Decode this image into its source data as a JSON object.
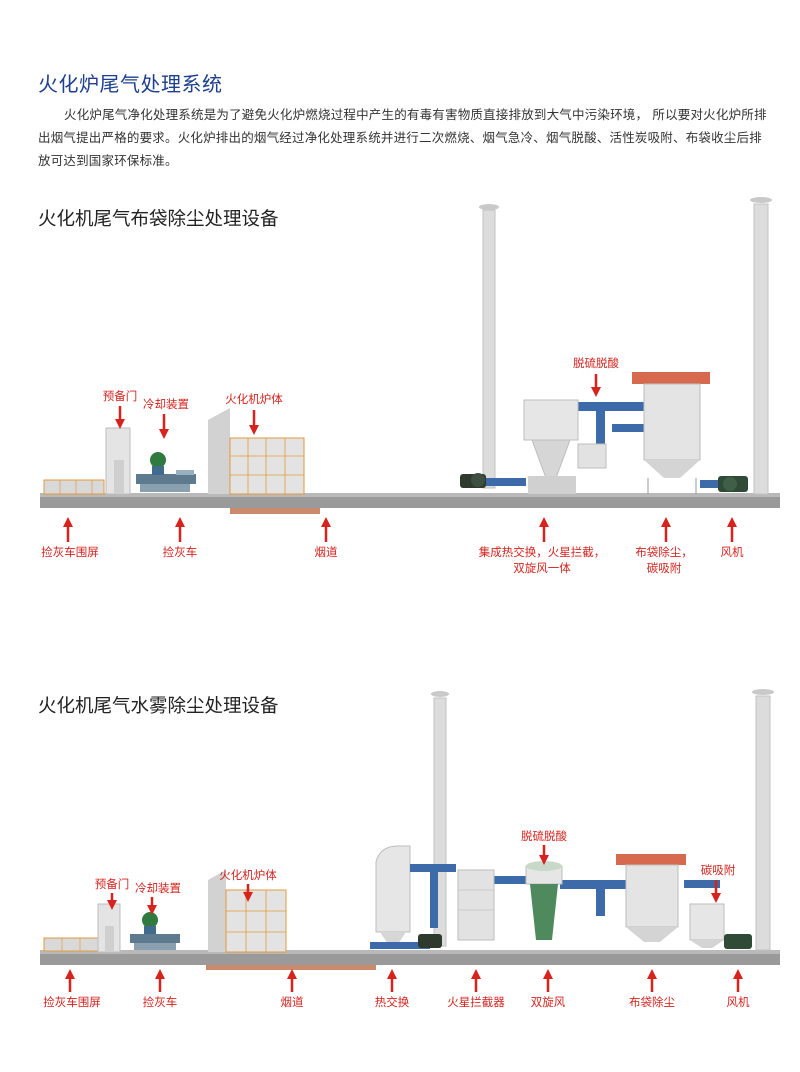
{
  "heading": "火化炉尾气处理系统",
  "intro": "火化炉尾气净化处理系统是为了避免火化炉燃烧过程中产生的有毒有害物质直接排放到大气中污染环境， 所以要对火化炉所排出烟气提出严格的要求。火化炉排出的烟气经过净化处理系统并进行二次燃烧、烟气急冷、烟气脱酸、活性炭吸附、布袋收尘后排放可达到国家环保标准。",
  "colors": {
    "heading": "#1d3f8f",
    "label": "#d6231e",
    "pipe": "#3d6aa8",
    "equipment": "#d7d7d7",
    "ground": "#9a9a9a"
  },
  "section1": {
    "title": "火化机尾气布袋除尘处理设备",
    "top_labels": [
      "预备门",
      "冷却装置",
      "火化机炉体",
      "脱硫脱酸"
    ],
    "bottom_labels": [
      [
        "捡灰车围屏"
      ],
      [
        "捡灰车"
      ],
      [
        "烟道"
      ],
      [
        "集成热交换，火星拦截，",
        "双旋风一体"
      ],
      [
        "布袋除尘，",
        "碳吸附"
      ],
      [
        "风机"
      ]
    ]
  },
  "section2": {
    "title": "火化机尾气水雾除尘处理设备",
    "top_labels": [
      "预备门",
      "冷却装置",
      "火化机炉体",
      "脱硫脱酸",
      "碳吸附"
    ],
    "bottom_labels": [
      "捡灰车围屏",
      "捡灰车",
      "烟道",
      "热交换",
      "火星拦截器",
      "双旋风",
      "布袋除尘",
      "风机"
    ]
  }
}
